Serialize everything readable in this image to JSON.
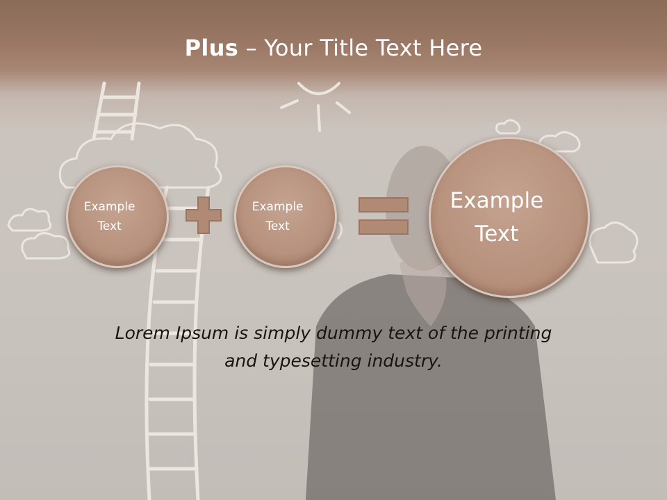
{
  "slide": {
    "title_bold": "Plus",
    "title_rest": " – Your Title Text Here",
    "circle_left": {
      "line1": "Example",
      "line2": "Text"
    },
    "circle_middle": {
      "line1": "Example",
      "line2": "Text"
    },
    "circle_result": {
      "line1": "Example",
      "line2": "Text"
    },
    "plus_operator": "plus-icon",
    "equals_operator": "equals-icon",
    "caption_line1": "Lorem Ipsum is simply dummy text of the printing",
    "caption_line2": "and typesetting industry."
  },
  "colors": {
    "header_brown": "#8a6c58",
    "circle_fill": "#b58f7a",
    "operator_fill": "#b08a75"
  }
}
